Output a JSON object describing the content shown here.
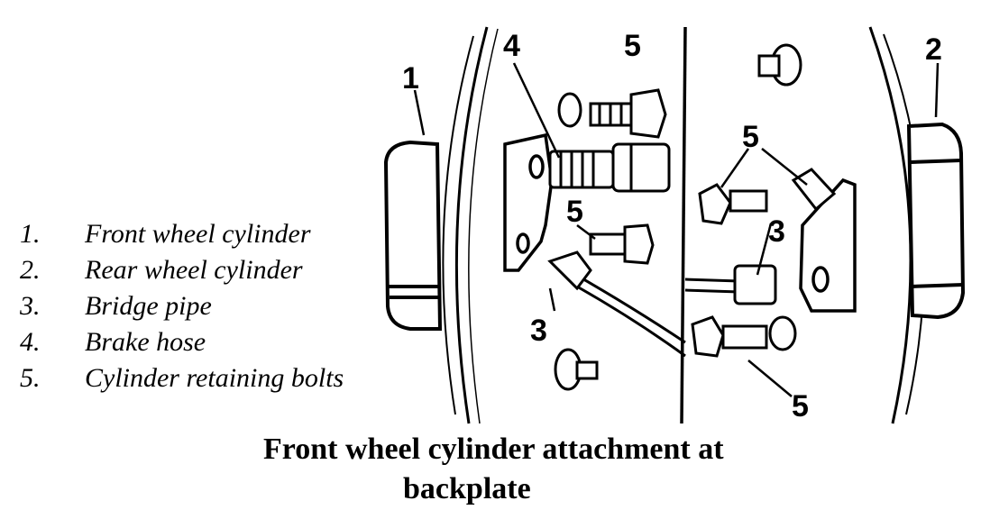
{
  "legend": [
    {
      "num": "1.",
      "label": "Front wheel cylinder"
    },
    {
      "num": "2.",
      "label": "Rear wheel cylinder"
    },
    {
      "num": "3.",
      "label": "Bridge pipe"
    },
    {
      "num": "4.",
      "label": "Brake hose"
    },
    {
      "num": "5.",
      "label": "Cylinder retaining bolts"
    }
  ],
  "callouts": {
    "front_cylinder": "1",
    "rear_cylinder": "2",
    "bridge_pipe_left": "3",
    "bridge_pipe_right": "3",
    "brake_hose": "4",
    "bolt_top": "5",
    "bolt_mid_left": "5",
    "bolt_upper_right": "5",
    "bolt_bottom_right": "5"
  },
  "caption": {
    "line1": "Front wheel cylinder attachment at",
    "line2": "backplate"
  }
}
